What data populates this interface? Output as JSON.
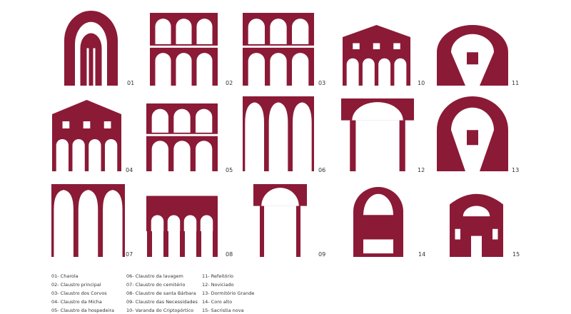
{
  "accent": "#8b1a36",
  "items": [
    {
      "num": "01",
      "name": "Charola"
    },
    {
      "num": "02",
      "name": "Claustro principal"
    },
    {
      "num": "03",
      "name": "Claustro dos Corvos"
    },
    {
      "num": "04",
      "name": "Claustro da Micha"
    },
    {
      "num": "05",
      "name": "Claustro da hospedeira"
    },
    {
      "num": "06",
      "name": "Claustro da lavagem"
    },
    {
      "num": "07",
      "name": "Claustro do cemitério"
    },
    {
      "num": "08",
      "name": "Claustro de santa Bárbara"
    },
    {
      "num": "09",
      "name": "Claustro das Necessidades"
    },
    {
      "num": "10",
      "name": "Varanda do Criptopórtico"
    },
    {
      "num": "11",
      "name": "Refeitório"
    },
    {
      "num": "12",
      "name": "Noviciado"
    },
    {
      "num": "13",
      "name": "Dormitório Grande"
    },
    {
      "num": "14",
      "name": "Coro alto"
    },
    {
      "num": "15",
      "name": "Sacristia nova"
    }
  ],
  "legend": [
    "01- Charola",
    "02- Claustro principal",
    "03- Claustro dos Corvos",
    "04- Claustro da Micha",
    "05- Claustro da hospedeira",
    "06- Claustro da lavagem",
    "07- Claustro do cemitério",
    "08- Claustro de santa Bárbara",
    "09- Claustro das Necessidades",
    "10- Varanda do Criptopórtico",
    "11- Refeitório",
    "12- Noviciado",
    "13- Dormitório Grande",
    "14- Coro alto",
    "15- Sacristia nova"
  ]
}
